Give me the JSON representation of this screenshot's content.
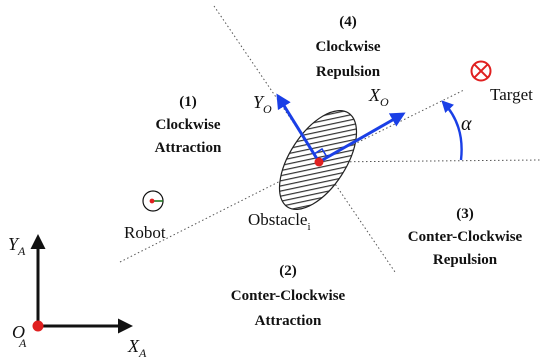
{
  "regions": [
    {
      "num": "(1)",
      "line1": "Clockwise",
      "line2": "Attraction"
    },
    {
      "num": "(2)",
      "line1": "Conter-Clockwise",
      "line2": "Attraction"
    },
    {
      "num": "(3)",
      "line1": "Conter-Clockwise",
      "line2": "Repulsion"
    },
    {
      "num": "(4)",
      "line1": "Clockwise",
      "line2": "Repulsion"
    }
  ],
  "labels": {
    "robot": "Robot",
    "target": "Target",
    "obstacle": "Obstacle",
    "obstacle_sub": "i",
    "alpha": "α"
  },
  "axes": {
    "global": {
      "x": "X",
      "x_sub": "A",
      "y": "Y",
      "y_sub": "A",
      "origin": "O",
      "origin_sub": "A"
    },
    "local": {
      "x": "X",
      "x_sub": "O",
      "y": "Y",
      "y_sub": "O"
    }
  },
  "colors": {
    "frame_blue": "#1a3fe6",
    "marker_red": "#e02020",
    "target_red": "#e02020",
    "robot_green": "#1f7a1f",
    "ink": "#111111",
    "divider": "#555555"
  }
}
